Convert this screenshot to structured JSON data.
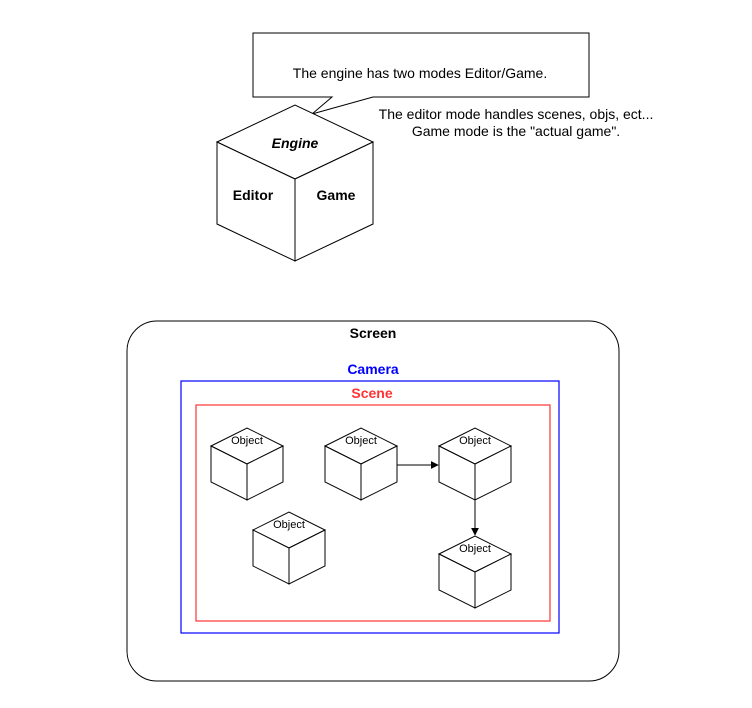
{
  "callout": {
    "text": "The engine has two modes Editor/Game."
  },
  "note": {
    "line1": "The editor mode handles scenes, objs, ect...",
    "line2": "Game mode is the \"actual game\"."
  },
  "engine_cube": {
    "top_label": "Engine",
    "left_label": "Editor",
    "right_label": "Game"
  },
  "screen": {
    "label": "Screen"
  },
  "camera": {
    "label": "Camera",
    "color": "#0000ff"
  },
  "scene": {
    "label": "Scene",
    "color": "#ff3333"
  },
  "objects": [
    {
      "label": "Object"
    },
    {
      "label": "Object"
    },
    {
      "label": "Object"
    },
    {
      "label": "Object"
    },
    {
      "label": "Object"
    }
  ]
}
